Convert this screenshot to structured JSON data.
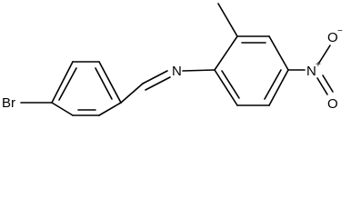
{
  "molecule": {
    "atoms": {
      "bromine": "Br",
      "imine_nitrogen": "N",
      "nitro_nitrogen": "N",
      "nitro_nitrogen_charge": "+",
      "nitro_oxygen_top": "O",
      "nitro_oxygen_top_charge": "−",
      "nitro_oxygen_bottom": "O"
    }
  },
  "colors": {
    "bond": "#000000",
    "label": "#000000",
    "background": "#ffffff"
  }
}
